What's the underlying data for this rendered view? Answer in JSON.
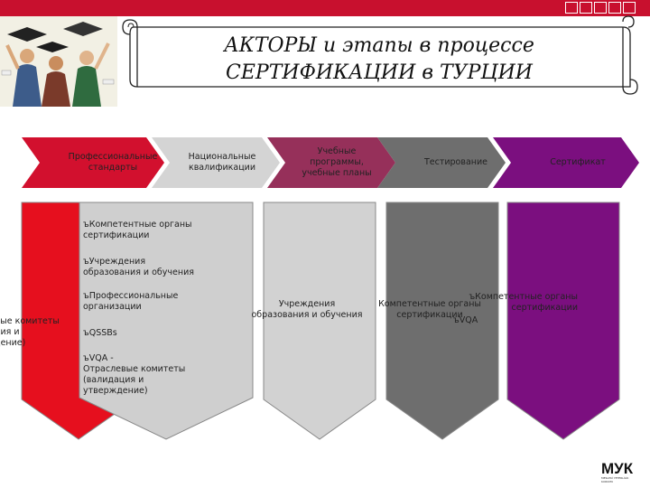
{
  "title": {
    "line1": "АКТОРЫ и этапы в процессе",
    "line2": "СЕРТИФИКАЦИИ в ТУРЦИИ"
  },
  "stages": [
    {
      "label": "Профессиональные\nстандарты",
      "color": "#d2102e"
    },
    {
      "label": "Национальные\nквалификации",
      "color": "#d0d0d0"
    },
    {
      "label": "Учебные\nпрограммы,\nучебные планы",
      "color": "#96305a"
    },
    {
      "label": "Тестирование",
      "color": "#6e6e6e"
    },
    {
      "label": "Сертификат",
      "color": "#7b0f7f"
    }
  ],
  "columns": {
    "col1_partial": "ные комитеты\nция и\nдение)",
    "col2_items": [
      "ъКомпетентные органы\nсертификации",
      "ъУчреждения\nобразования и обучения",
      "ъПрофессиональные\nорганизации",
      "ъQSSBs",
      "ъVQA -\nОтраслевые комитеты\n(валидация и\nутверждение)"
    ],
    "col3_text": "Учреждения\nобразования и обучения",
    "col4_text": "Компетентные органы\nсертификации",
    "col5_items": [
      "ъКомпетентные органы\nсертификации",
      "ъVQA"
    ]
  },
  "logo": {
    "text_main": "МУК",
    "text_sub": "MESLEKİ YETERLİLİK KURUMU"
  },
  "colors": {
    "red": "#d2102e",
    "light_gray": "#cfcfcf",
    "dark_gray": "#6e6e6e",
    "purple": "#7b0f7f",
    "banner_bar": "#c8102e"
  }
}
